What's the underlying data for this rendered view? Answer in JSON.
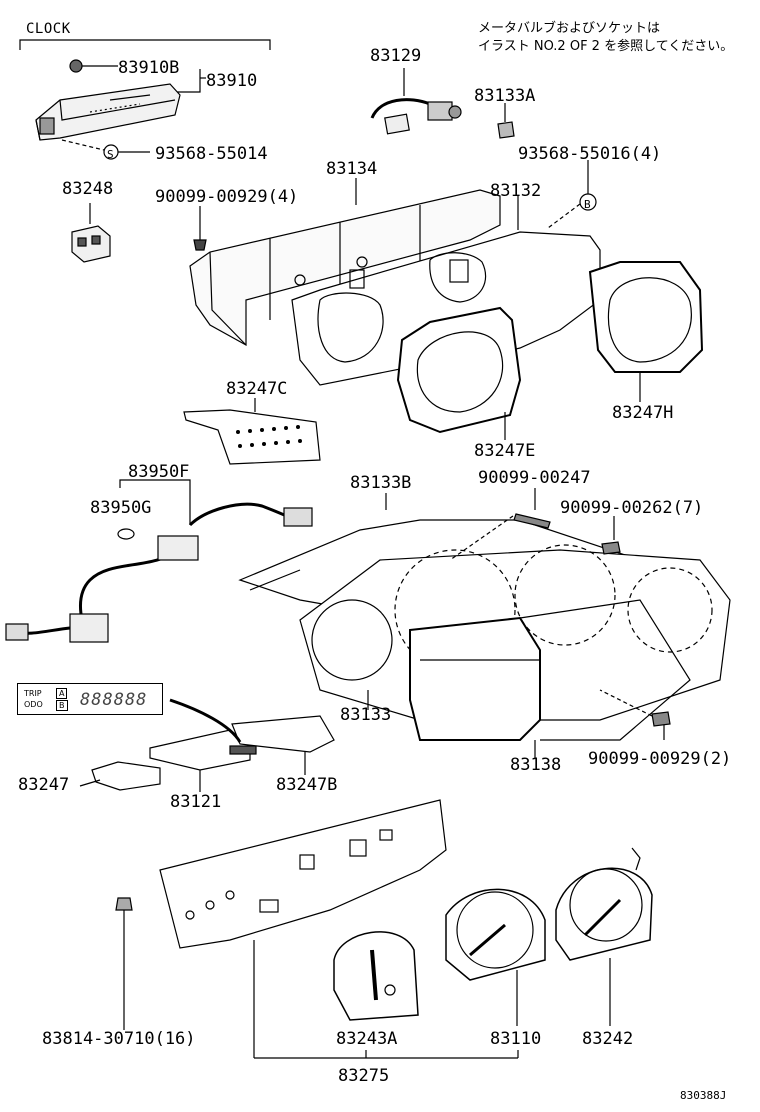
{
  "header": {
    "section": "CLOCK",
    "note_line1": "メータバルブおよびソケットは",
    "note_line2": "イラスト NO.2 OF 2 を参照してください。"
  },
  "labels": {
    "p83910B": "83910B",
    "p83910": "83910",
    "p93568_55014": "93568-55014",
    "s_marker": "S",
    "p83248": "83248",
    "p90099_00929_4": "90099-00929(4)",
    "p83129": "83129",
    "p83133A": "83133A",
    "p93568_55016": "93568-55016(4)",
    "b_marker": "B",
    "p83134": "83134",
    "p83132": "83132",
    "p83247C": "83247C",
    "p83247H": "83247H",
    "p83247E": "83247E",
    "p83950F": "83950F",
    "p83950G": "83950G",
    "p83133B": "83133B",
    "p90099_00247": "90099-00247",
    "p90099_00262": "90099-00262(7)",
    "p83133": "83133",
    "p83138": "83138",
    "p90099_00929_2": "90099-00929(2)",
    "p83247": "83247",
    "p83121": "83121",
    "p83247B": "83247B",
    "p83814_30710": "83814-30710(16)",
    "p83243A": "83243A",
    "p83110": "83110",
    "p83242": "83242",
    "p83275": "83275"
  },
  "odometer": {
    "trip": "TRIP",
    "odo": "ODO",
    "btn_a": "A",
    "btn_b": "B",
    "digits": "888888"
  },
  "footer": {
    "code": "830388J"
  }
}
